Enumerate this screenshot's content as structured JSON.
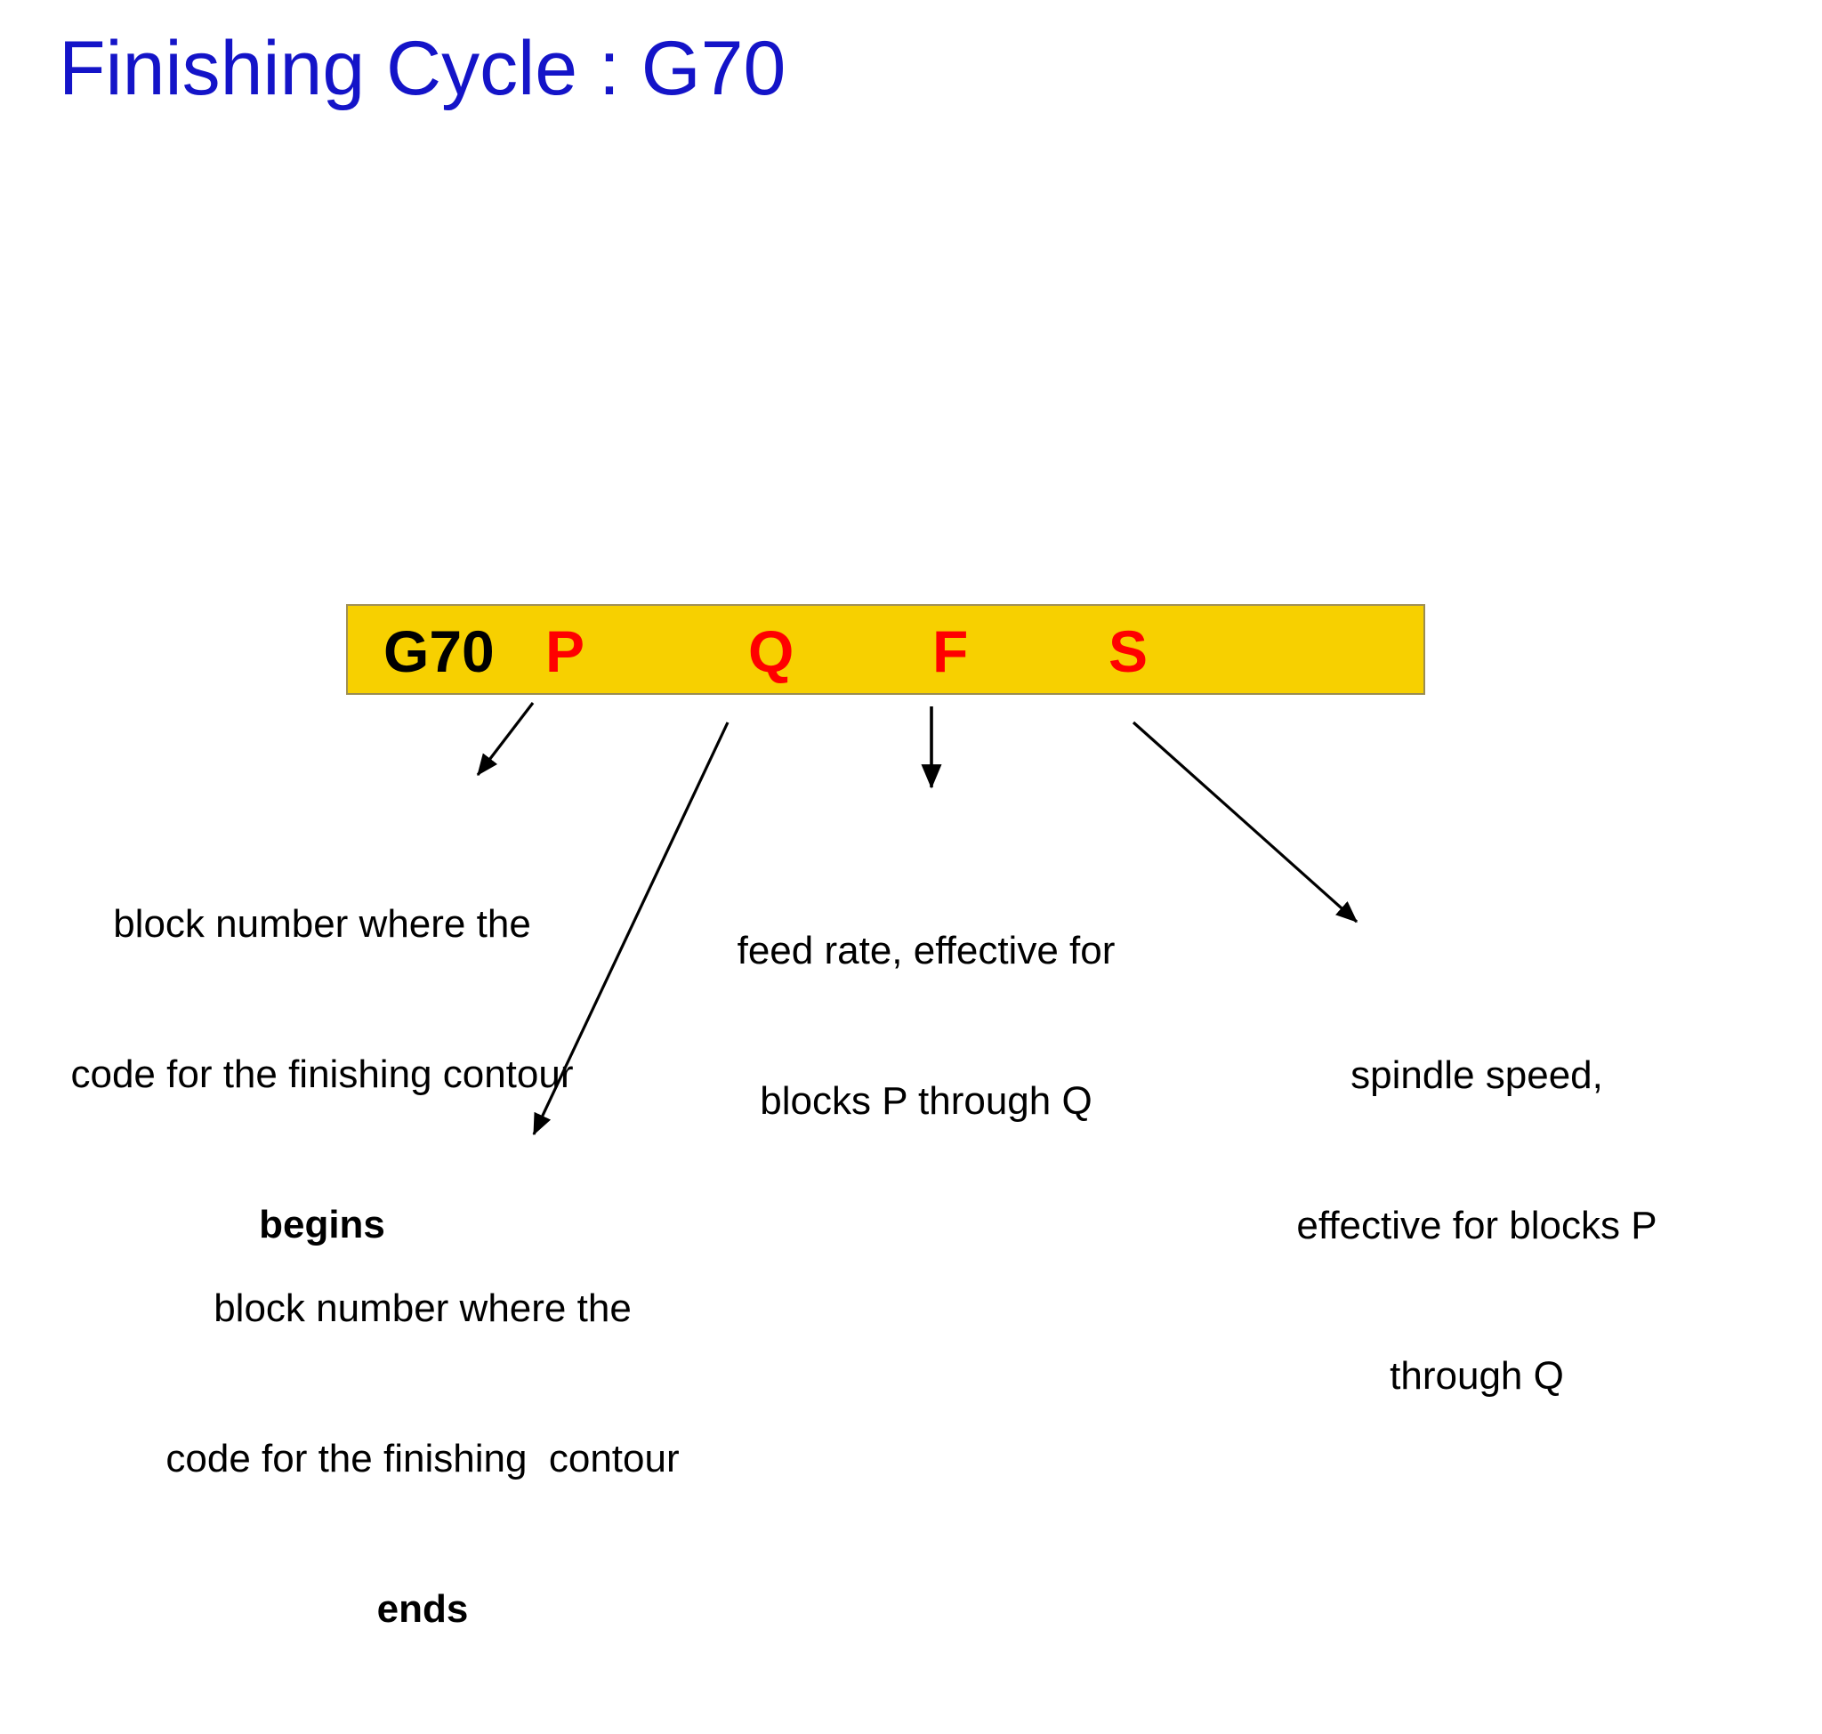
{
  "slide": {
    "title": "Finishing Cycle : G70",
    "title_color": "#1414C8",
    "background_color": "#FFFFFF"
  },
  "code_bar": {
    "background_color": "#F7D000",
    "border_color": "#9A8C52",
    "tokens": [
      {
        "text": "G70",
        "color": "#000000",
        "role": "g-code"
      },
      {
        "text": "P",
        "color": "#FF0000",
        "role": "address-p"
      },
      {
        "text": "Q",
        "color": "#FF0000",
        "role": "address-q"
      },
      {
        "text": "F",
        "color": "#FF0000",
        "role": "address-f"
      },
      {
        "text": "S",
        "color": "#FF0000",
        "role": "address-s"
      }
    ]
  },
  "annotations": [
    {
      "for": "P",
      "line1": "block number where the",
      "line2": "code for the finishing contour",
      "line3": "begins",
      "line3_bold": true
    },
    {
      "for": "F",
      "line1": "feed rate, effective for",
      "line2": "blocks P through Q",
      "line3": "",
      "line3_bold": false
    },
    {
      "for": "S",
      "line1": "spindle speed,",
      "line2": "effective for blocks P",
      "line3": "through Q",
      "line3_bold": false
    },
    {
      "for": "Q",
      "line1": "block number where the",
      "line2": "code for the finishing  contour",
      "line3": "ends",
      "line3_bold": true
    }
  ],
  "arrows": [
    {
      "name": "arrow-p",
      "from": "P",
      "to": "annotation-p"
    },
    {
      "name": "arrow-q",
      "from": "Q",
      "to": "annotation-q"
    },
    {
      "name": "arrow-f",
      "from": "F",
      "to": "annotation-f"
    },
    {
      "name": "arrow-s",
      "from": "S",
      "to": "annotation-s"
    }
  ]
}
